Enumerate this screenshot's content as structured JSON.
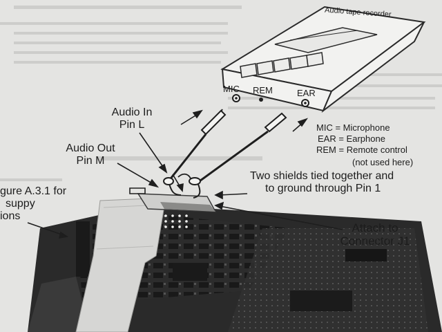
{
  "recorder": {
    "title": "Audio tape recorder",
    "jacks": {
      "mic": "MIC",
      "rem": "REM",
      "ear": "EAR"
    }
  },
  "legend": {
    "mic": "MIC  = Microphone",
    "ear": "EAR  = Earphone",
    "rem": "REM = Remote control",
    "rem_note": "(not used here)"
  },
  "labels": {
    "audio_in_line1": "Audio In",
    "audio_in_line2": "Pin L",
    "audio_out_line1": "Audio Out",
    "audio_out_line2": "Pin M",
    "shields_line1": "Two shields tied together and",
    "shields_line2": "to ground through Pin 1",
    "attach_line1": "Attach to",
    "attach_line2": "Connector J1",
    "left_line1": "gure A.3.1 for",
    "left_line2": "suppy",
    "left_line3": "ions"
  },
  "colors": {
    "page": "#e4e4e2",
    "ink": "#1c1c1c",
    "board": "#2a2a2a"
  }
}
